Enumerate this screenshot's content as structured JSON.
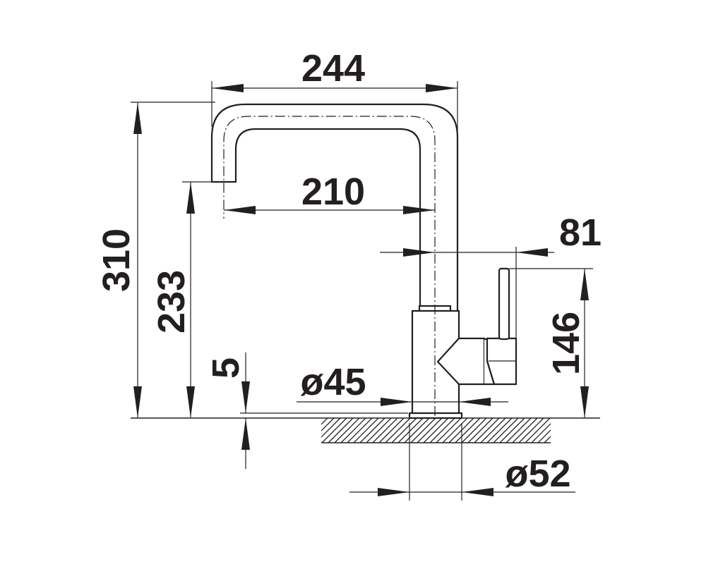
{
  "dimensions": {
    "overall_width": "244",
    "spout_reach": "210",
    "lever_offset": "81",
    "total_height": "310",
    "spout_height": "233",
    "lever_height": "146",
    "base_thickness": "5",
    "column_diameter": "ø45",
    "base_diameter": "ø52"
  },
  "colors": {
    "line": "#231f20",
    "background": "#ffffff"
  }
}
